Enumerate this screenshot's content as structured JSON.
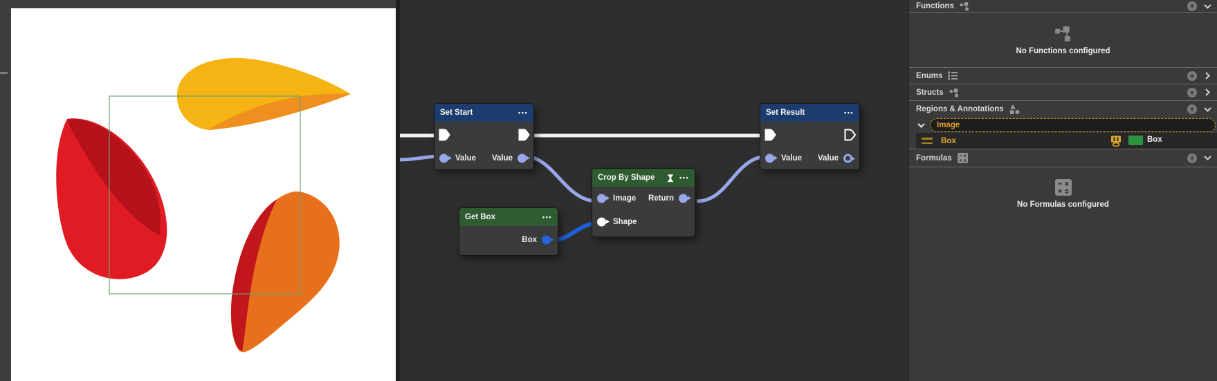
{
  "graph": {
    "nodes": {
      "set_start": {
        "title": "Set Start",
        "in_value": "Value",
        "out_value": "Value"
      },
      "set_result": {
        "title": "Set Result",
        "in_value": "Value",
        "out_value": "Value"
      },
      "crop_by_shape": {
        "title": "Crop By Shape",
        "in_image": "Image",
        "out_return": "Return",
        "in_shape": "Shape"
      },
      "get_box": {
        "title": "Get Box",
        "out_box": "Box"
      }
    },
    "icons": {
      "menu": "•••"
    },
    "colors": {
      "header_blue": "#1d3c6e",
      "header_green": "#2e5b2f",
      "exec_wire": "#f2f2f2",
      "data_wire": "#98a7e9",
      "shape_wire": "#1f5fd6"
    }
  },
  "panel": {
    "sections": {
      "functions": {
        "label": "Functions",
        "empty": "No Functions configured"
      },
      "enums": {
        "label": "Enums"
      },
      "structs": {
        "label": "Structs"
      },
      "regions": {
        "label": "Regions & Annotations"
      },
      "formulas": {
        "label": "Formulas",
        "empty": "No Formulas configured"
      }
    },
    "regions_tree": {
      "group_label": "Image",
      "item_label": "Box",
      "item_type_label": "Box",
      "type_color": "#2a9440",
      "accent": "#e2a62b"
    }
  },
  "viewer": {
    "selection_color": "#6ba171",
    "blob_colors": {
      "yellow": "#f5b314",
      "orange": "#ee8f1f",
      "red": "#e01b24",
      "dark_red": "#b5121b",
      "orange2": "#e8701c",
      "dark_red2": "#c1161b"
    }
  }
}
